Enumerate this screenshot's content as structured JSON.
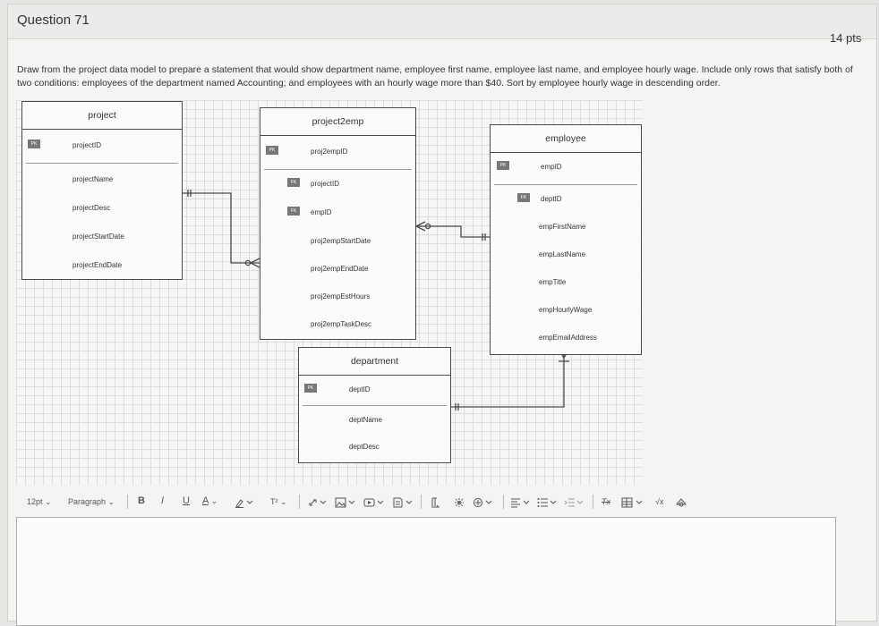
{
  "question": {
    "title": "Question 71",
    "points": "14 pts",
    "prompt_line1": "Draw from the project data model to prepare a statement that would show department name, employee first name, employee last name, and employee hourly wage. Include only rows that satisfy both of",
    "prompt_line2": "two conditions: employees of the department named Accounting; and employees with an hourly wage more than $40. Sort by employee hourly wage in descending order."
  },
  "diagram": {
    "project": {
      "name": "project",
      "pk_badge": "PK",
      "pk": "projectID",
      "attrs": [
        "projectName",
        "projectDesc",
        "projectStartDate",
        "projectEndDate"
      ]
    },
    "project2emp": {
      "name": "project2emp",
      "pk_badge": "PK",
      "fk_badge": "FK",
      "pk": "proj2empID",
      "fk1": "projectID",
      "fk2": "empID",
      "attrs": [
        "proj2empStartDate",
        "proj2empEndDate",
        "proj2empEstHours",
        "proj2empTaskDesc"
      ]
    },
    "employee": {
      "name": "employee",
      "pk_badge": "PK",
      "fk_badge": "FK",
      "pk": "empID",
      "fk": "deptID",
      "attrs": [
        "empFirstName",
        "empLastName",
        "empTitle",
        "empHourlyWage",
        "empEmailAddress"
      ]
    },
    "department": {
      "name": "department",
      "pk_badge": "PK",
      "pk": "deptID",
      "attrs": [
        "deptName",
        "deptDesc"
      ]
    }
  },
  "toolbar": {
    "font_size": "12pt",
    "block_format": "Paragraph",
    "bold": "B",
    "italic": "I",
    "underline": "U",
    "text_color": "A",
    "superscript": "T²",
    "dropdown_caret": "⌄",
    "clear_format": "Tx",
    "math": "√x"
  },
  "icons": {
    "link": "link-icon",
    "image": "image-icon",
    "media": "media-icon",
    "document": "document-icon",
    "ltr": "ltr-icon",
    "plugins": "plugins-icon",
    "align": "align-icon",
    "list": "list-icon",
    "indent": "indent-icon",
    "table": "table-icon"
  }
}
